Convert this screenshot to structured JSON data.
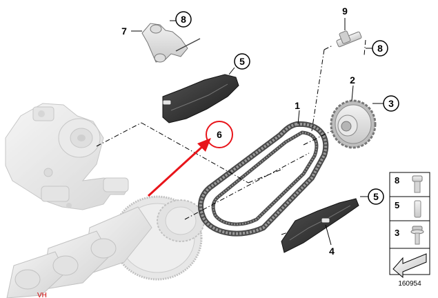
{
  "callouts": {
    "c1": "1",
    "c2": "2",
    "c3": "3",
    "c4": "4",
    "c5a": "5",
    "c5b": "5",
    "c6": "6",
    "c7": "7",
    "c8a": "8",
    "c8b": "8",
    "c9": "9"
  },
  "legend": {
    "items": [
      {
        "label": "8",
        "part": "bolt"
      },
      {
        "label": "5",
        "part": "pin"
      },
      {
        "label": "3",
        "part": "screw"
      }
    ],
    "doc_number": "160954"
  },
  "highlight": {
    "color": "#e8141a",
    "target_callout": "6"
  },
  "corner_fragment": "VH"
}
